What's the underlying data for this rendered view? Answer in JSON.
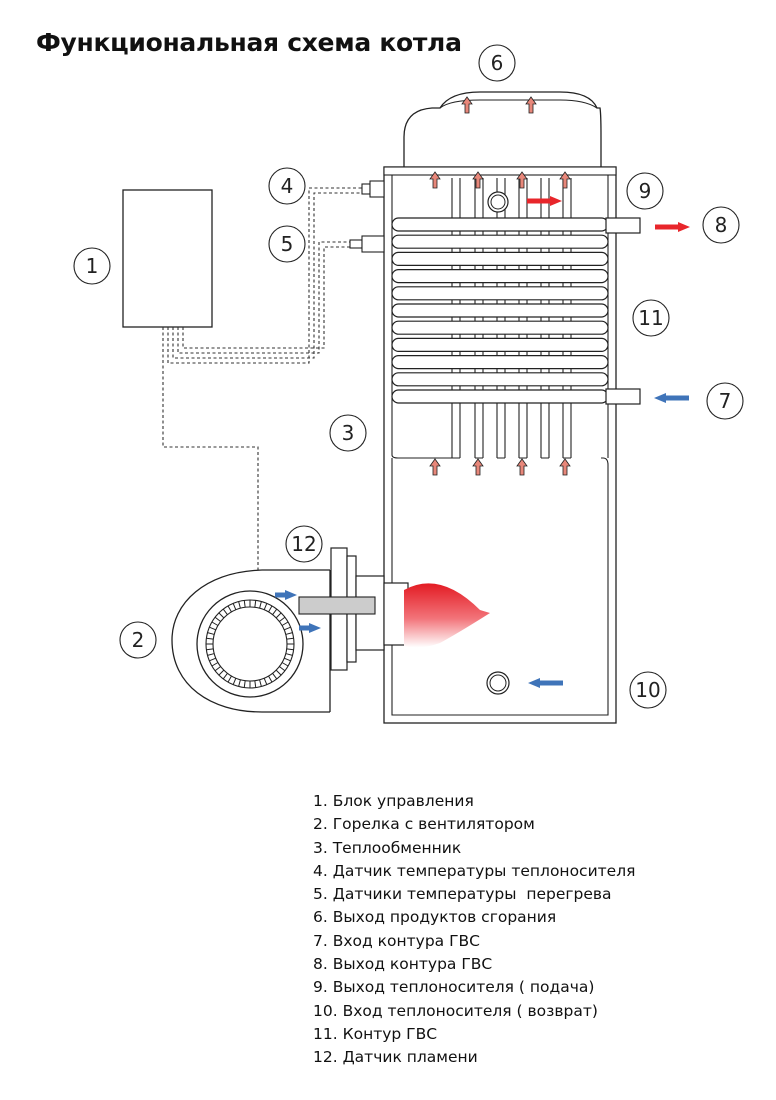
{
  "title": "Функциональная схема котла",
  "callouts": {
    "c1": "1",
    "c2": "2",
    "c3": "3",
    "c4": "4",
    "c5": "5",
    "c6": "6",
    "c7": "7",
    "c8": "8",
    "c9": "9",
    "c10": "10",
    "c11": "11",
    "c12": "12"
  },
  "legend": [
    "1. Блок управления",
    "2. Горелка с вентилятором",
    "3. Теплообменник",
    "4. Датчик температуры теплоносителя",
    "5. Датчики температуры  перегрева",
    "6. Выход продуктов сгорания",
    "7. Вход контура ГВС",
    "8. Выход контура ГВС",
    "9. Выход теплоносителя ( подача)",
    "10. Вход теплоносителя ( возврат)",
    "11. Контур ГВС",
    "12. Датчик пламени"
  ],
  "colors": {
    "hot_arrow": "#e8262b",
    "cold_arrow": "#3f74b9",
    "flue_arrow": "#e8877a",
    "flame": "#e31b23",
    "outline": "#222222"
  }
}
